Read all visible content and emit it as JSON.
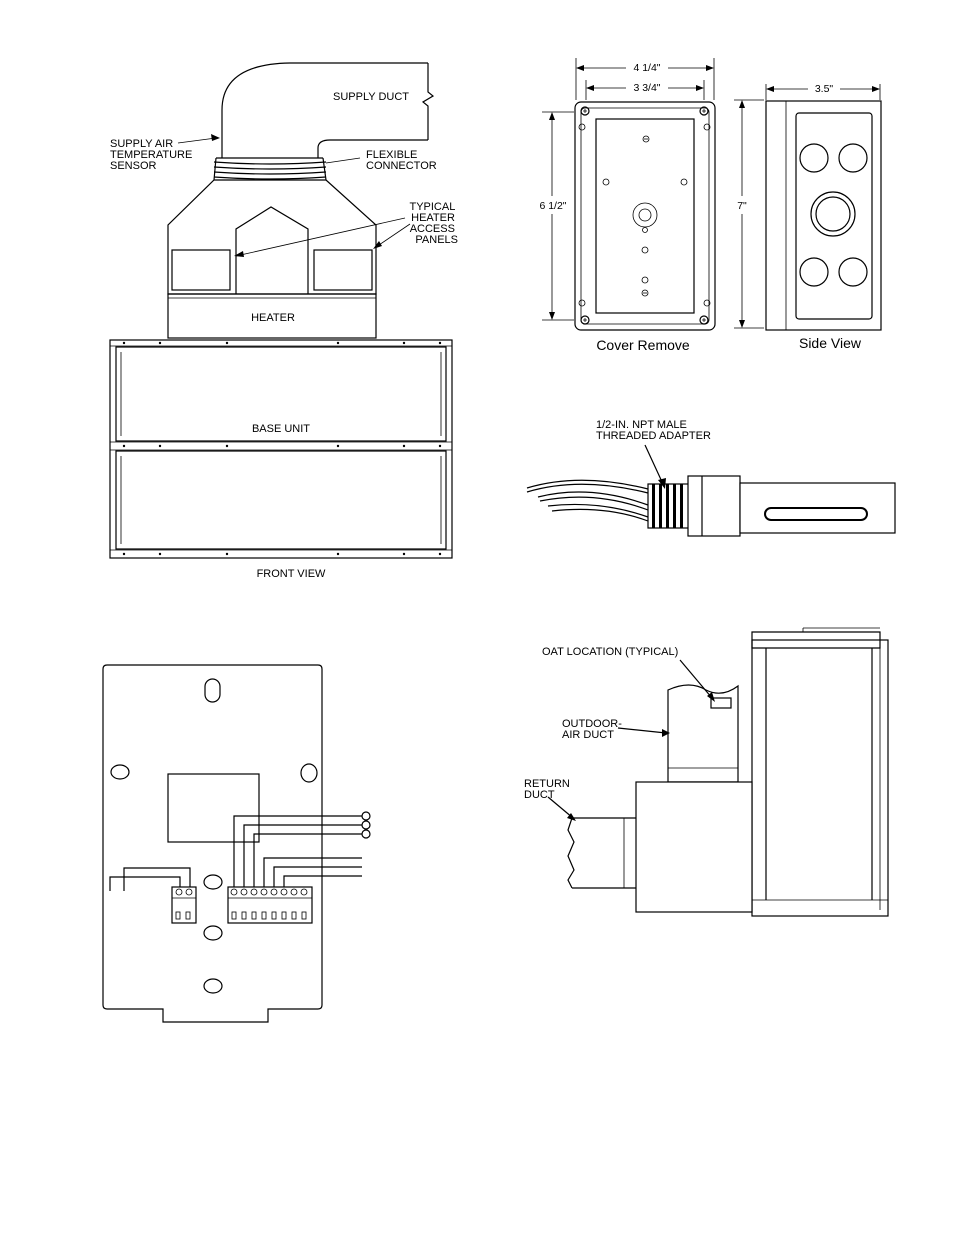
{
  "fig_heater": {
    "supply_duct": "SUPPLY DUCT",
    "supply_air_sensor": [
      "SUPPLY AIR",
      "TEMPERATURE",
      "SENSOR"
    ],
    "flexible_connector": [
      "FLEXIBLE",
      "CONNECTOR"
    ],
    "access_panels": [
      "TYPICAL",
      "HEATER",
      "ACCESS",
      "PANELS"
    ],
    "heater": "HEATER",
    "base_unit": "BASE UNIT",
    "front_view": "FRONT VIEW"
  },
  "fig_enclosure": {
    "dim_outer_width": "4 1/4\"",
    "dim_inner_width": "3 3/4\"",
    "dim_height": "6 1/2\"",
    "dim_side_height": "7\"",
    "dim_side_width": "3.5\"",
    "cover_remove": "Cover Remove",
    "side_view": "Side View"
  },
  "fig_probe": {
    "adapter": [
      "1/2-IN. NPT MALE",
      "THREADED ADAPTER"
    ]
  },
  "fig_oat": {
    "oat_location": "OAT LOCATION (TYPICAL)",
    "outdoor_air_duct": [
      "OUTDOOR-",
      "AIR DUCT"
    ],
    "return_duct": [
      "RETURN",
      "DUCT"
    ]
  }
}
